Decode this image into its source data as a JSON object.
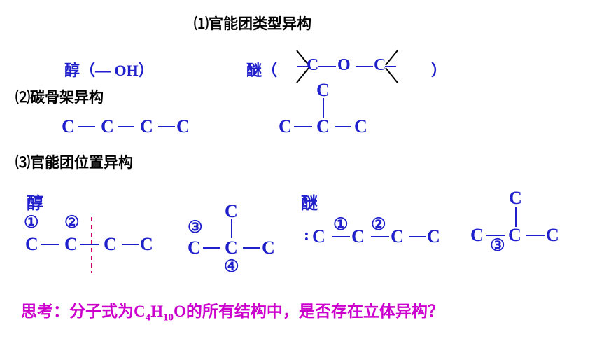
{
  "headings": {
    "h1": "⑴官能团类型异构",
    "h2": "⑵碳骨架异构",
    "h3": "⑶官能团位置异构"
  },
  "functional_type": {
    "alcohol_label": "醇（— OH）",
    "ether_label": "醚（",
    "ether_close": "）",
    "ether_atoms": [
      "C",
      "O",
      "C"
    ]
  },
  "carbon_skeleton": {
    "straight_chain": [
      "C",
      "C",
      "C",
      "C"
    ],
    "branched_top": "C",
    "branched_main": [
      "C",
      "C",
      "C"
    ]
  },
  "position_isomers": {
    "alcohol_label": "醇",
    "ether_label": "醚",
    "chain1": [
      "C",
      "C",
      "C",
      "C"
    ],
    "chain1_positions": [
      "①",
      "②"
    ],
    "branched1_top": "C",
    "branched1_main": [
      "C",
      "C",
      "C"
    ],
    "branched1_positions": [
      "③",
      "④"
    ],
    "ether_chain_prefix": ":",
    "ether_chain": [
      "C",
      "C",
      "C",
      "C"
    ],
    "ether_chain_positions": [
      "①",
      "②"
    ],
    "branched2_top": "C",
    "branched2_main": [
      "C",
      "C",
      "C"
    ],
    "branched2_position": "③"
  },
  "question": {
    "prefix": "思考：分子式为C",
    "sub1": "4",
    "mid1": "H",
    "sub2": "10",
    "suffix": "O的所有结构中，是否存在立体异构？"
  },
  "colors": {
    "structure_blue": "#1f1fcc",
    "question_magenta": "#cc00cc",
    "dashed_line": "#cc0066"
  }
}
